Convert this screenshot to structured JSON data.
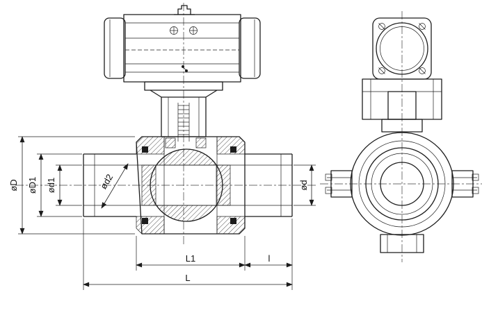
{
  "labels": {
    "dia_D": "øD",
    "dia_D1": "øD1",
    "dia_d1": "ød1",
    "dia_d2": "ød2",
    "dia_d": "ød",
    "len_L1": "L1",
    "len_l": "l",
    "len_L": "L"
  },
  "colors": {
    "line": "#1c1c1c",
    "background": "#ffffff"
  }
}
